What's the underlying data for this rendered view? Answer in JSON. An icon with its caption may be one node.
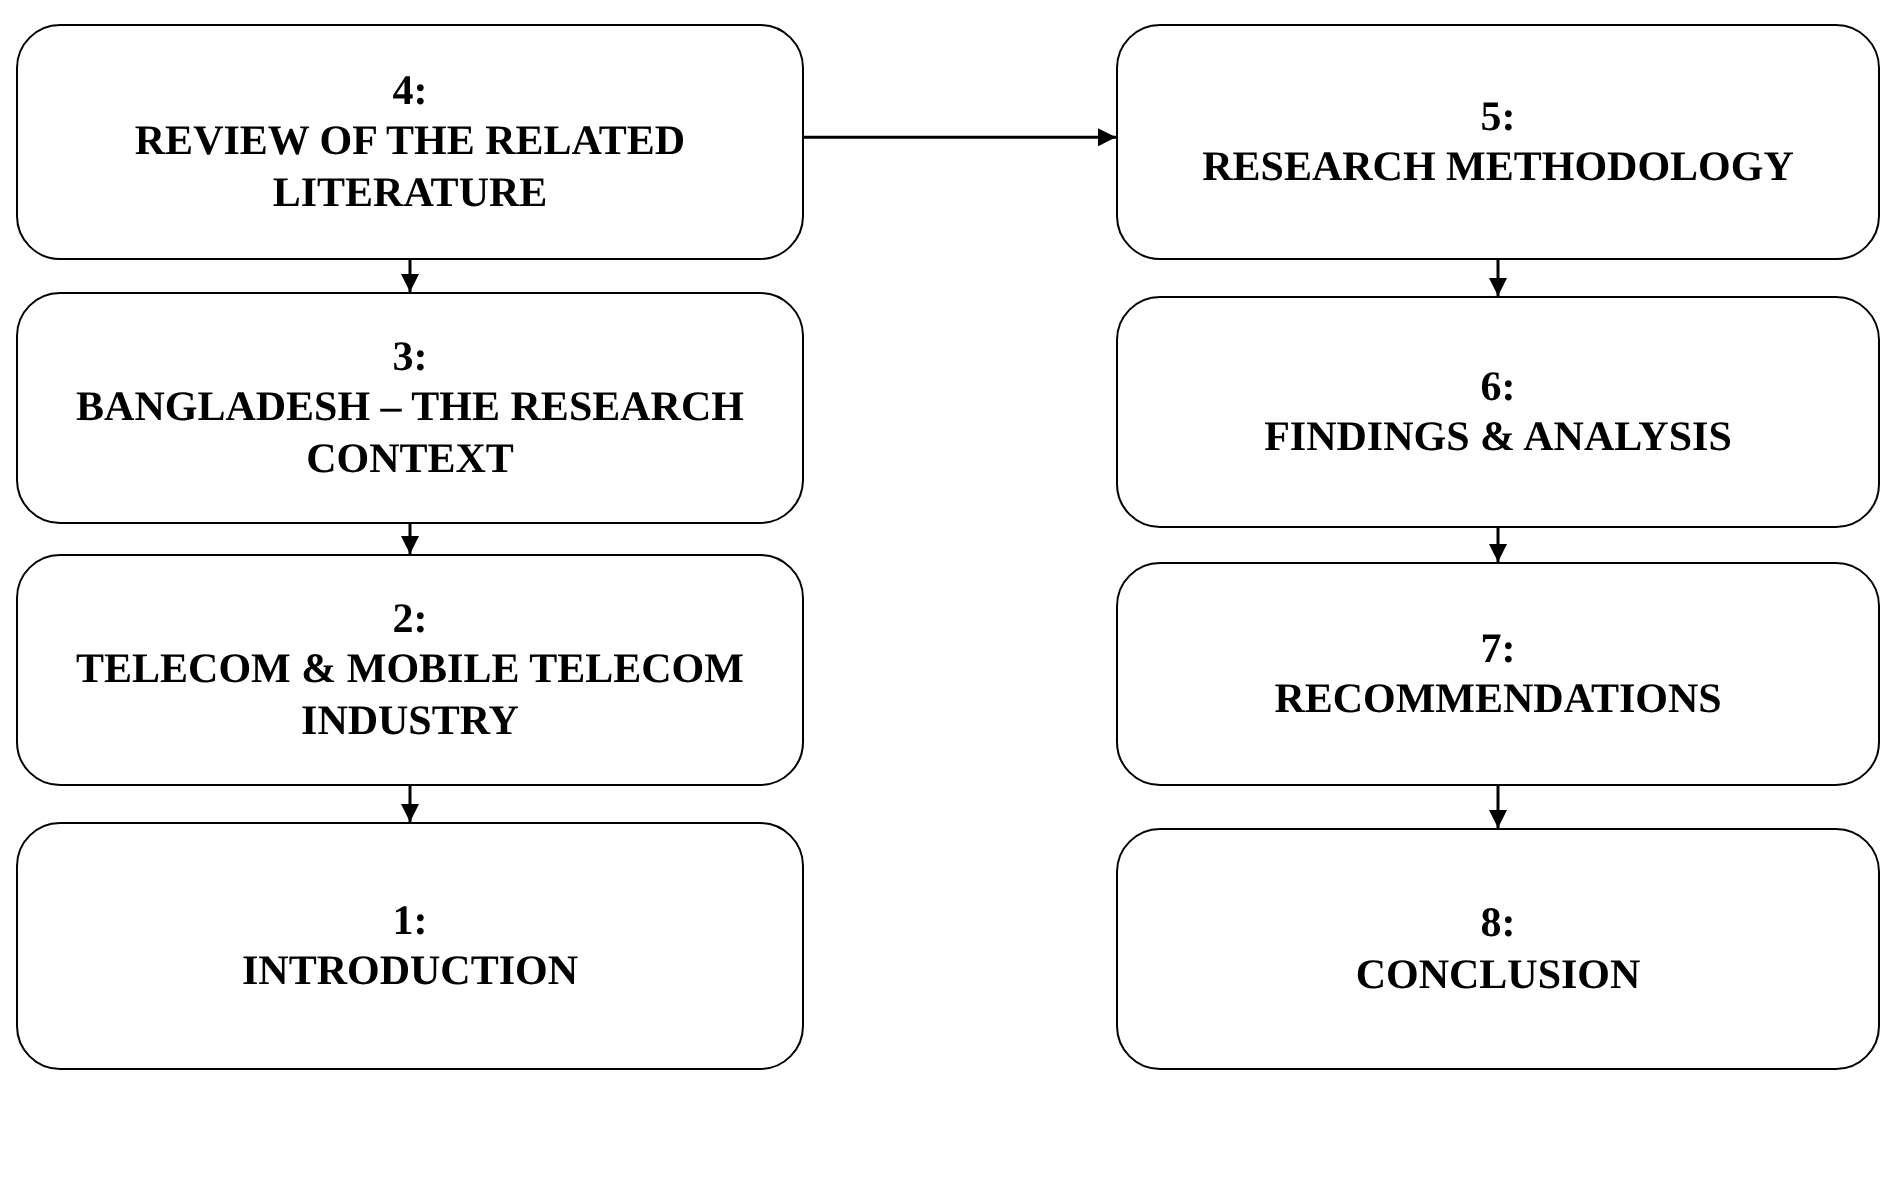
{
  "diagram": {
    "nodes": [
      {
        "text": [
          "4:",
          "REVIEW OF THE RELATED LITERATURE"
        ]
      },
      {
        "text": [
          "5:",
          "RESEARCH METHODOLOGY"
        ]
      },
      {
        "text": [
          "3:",
          "BANGLADESH – THE RESEARCH CONTEXT"
        ]
      },
      {
        "text": [
          "6:",
          "FINDINGS & ANALYSIS"
        ]
      },
      {
        "text": [
          "2:",
          "TELECOM & MOBILE TELECOM INDUSTRY"
        ]
      },
      {
        "text": [
          "7:",
          "RECOMMENDATIONS"
        ]
      },
      {
        "text": [
          "1:",
          "INTRODUCTION"
        ]
      },
      {
        "text": [
          "8:",
          "CONCLUSION"
        ]
      }
    ],
    "edges": [
      {
        "from": 0,
        "to": 1,
        "arrow": "to"
      },
      {
        "from": 0,
        "to": 2,
        "arrow": "to"
      },
      {
        "from": 2,
        "to": 4,
        "arrow": "to"
      },
      {
        "from": 4,
        "to": 6,
        "arrow": "to"
      },
      {
        "from": 1,
        "to": 3,
        "arrow": "to"
      },
      {
        "from": 3,
        "to": 5,
        "arrow": "to"
      },
      {
        "from": 5,
        "to": 7,
        "arrow": "to"
      }
    ]
  }
}
